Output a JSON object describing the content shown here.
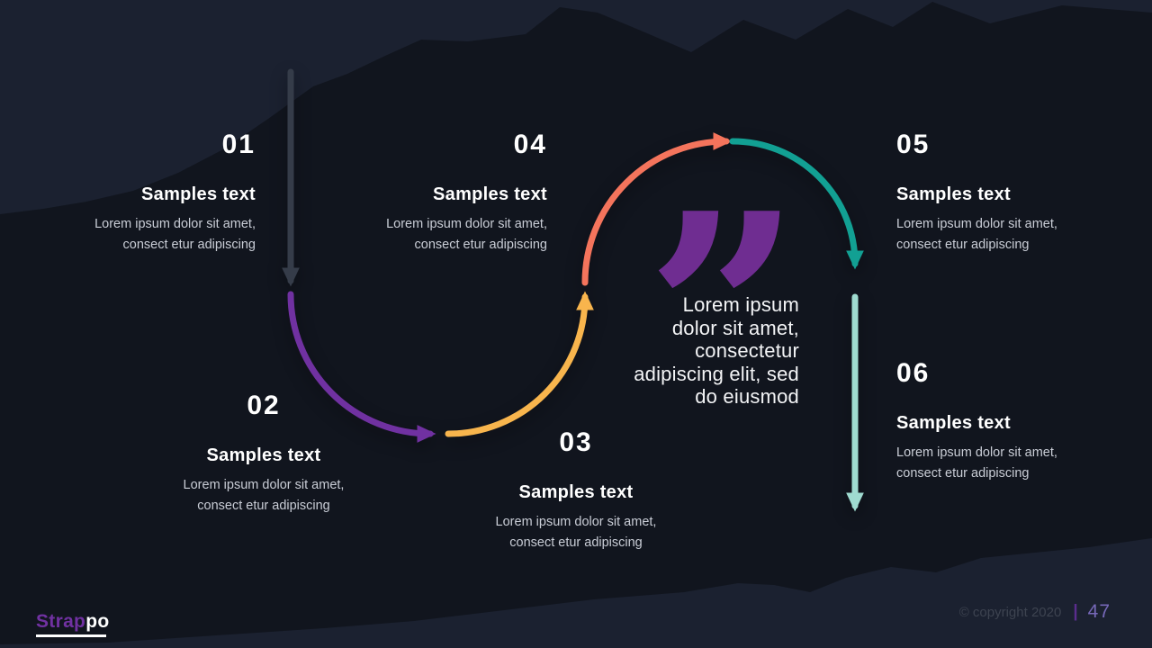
{
  "slide": {
    "logo": {
      "prefix": "Strap",
      "suffix": "po"
    },
    "footer": {
      "copyright": "© copyright 2020",
      "divider": "|",
      "page_number": "47"
    }
  },
  "quote": {
    "mark": "”",
    "lines": [
      "Lorem ipsum",
      "dolor sit amet,",
      "consectetur",
      "adipiscing elit, sed",
      "do eiusmod"
    ]
  },
  "steps": [
    {
      "number": "01",
      "title": "Samples text",
      "desc": [
        "Lorem ipsum dolor sit amet,",
        "consect etur adipiscing"
      ]
    },
    {
      "number": "02",
      "title": "Samples text",
      "desc": [
        "Lorem ipsum dolor sit amet,",
        "consect etur adipiscing"
      ]
    },
    {
      "number": "03",
      "title": "Samples text",
      "desc": [
        "Lorem ipsum dolor sit amet,",
        "consect etur adipiscing"
      ]
    },
    {
      "number": "04",
      "title": "Samples text",
      "desc": [
        "Lorem ipsum dolor sit amet,",
        "consect etur adipiscing"
      ]
    },
    {
      "number": "05",
      "title": "Samples text",
      "desc": [
        "Lorem ipsum dolor sit amet,",
        "consect etur adipiscing"
      ]
    },
    {
      "number": "06",
      "title": "Samples text",
      "desc": [
        "Lorem ipsum dolor sit amet,",
        "consect etur adipiscing"
      ]
    }
  ],
  "colors": {
    "background": "#11151e",
    "torn_band": "#1b2130",
    "arrow_gray": "#353c49",
    "arc_purple": "#7031a1",
    "arc_yellow": "#f8b54d",
    "arc_coral": "#f4745c",
    "arc_teal": "#12a093",
    "arrow_mint": "#9fdbd0",
    "quote_purple": "#6f2d91",
    "accent_purple": "#7031a1",
    "page_number_purple": "#7668b8"
  }
}
